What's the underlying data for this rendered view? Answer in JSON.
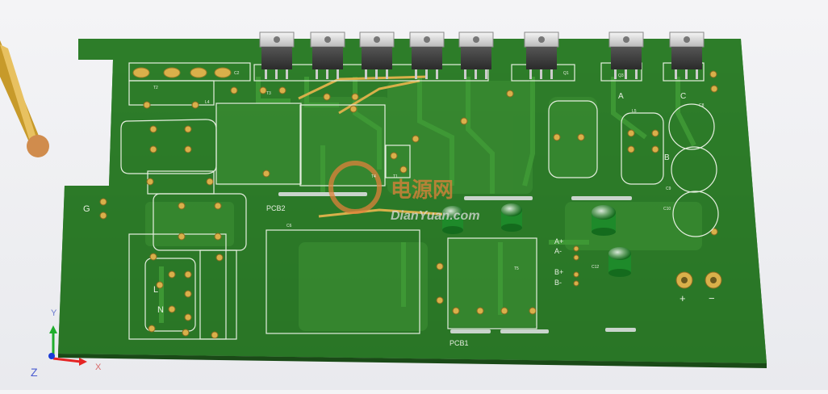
{
  "viewer": {
    "watermark_text": "DianYuan.com",
    "watermark_logo_text": "电源网"
  },
  "board": {
    "labels": {
      "pcb1": "PCB1",
      "pcb2": "PCB2",
      "g": "G",
      "l": "L",
      "n": "N",
      "a_top": "A",
      "b_side": "B",
      "c_top": "C",
      "a_plus": "A+",
      "a_minus": "A-",
      "b_plus": "B+",
      "b_minus": "B-",
      "plus": "+",
      "minus": "−"
    },
    "refdes": [
      "T2",
      "C2",
      "T3",
      "T1",
      "Q3",
      "L5",
      "C8",
      "C9",
      "C10",
      "C6",
      "T5",
      "L4",
      "Q1",
      "T4",
      "C12"
    ]
  },
  "axes": {
    "x_label": "X",
    "y_label": "Y",
    "z_label": "Z"
  },
  "colors": {
    "board_green": "#2c7a28",
    "trace_green": "#3a8c32",
    "pad_gold": "#d9b04a",
    "silk": "#e6efe0",
    "copper_mark": "#c98b3c",
    "cap_green": "#1e8a2a"
  }
}
